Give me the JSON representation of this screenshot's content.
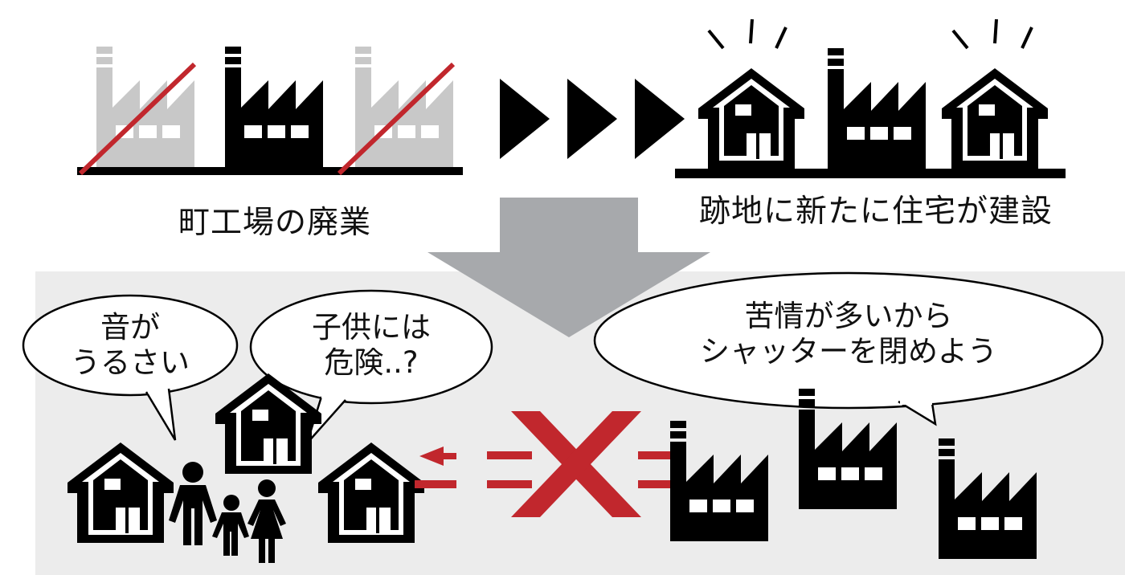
{
  "labels": {
    "closure": "町工場の廃業",
    "new_housing": "跡地に新たに住宅が建設"
  },
  "bubbles": {
    "noise": {
      "line1": "音が",
      "line2": "うるさい"
    },
    "danger": {
      "line1": "子供には",
      "line2": "危険..?"
    },
    "factory": {
      "line1": "苦情が多いから",
      "line2": "シャッターを閉めよう"
    }
  },
  "colors": {
    "black": "#000000",
    "gray_factory": "#c8c8c8",
    "red": "#c1272d",
    "arrow_gray": "#a7a9ac",
    "panel_bg": "#ececec"
  }
}
